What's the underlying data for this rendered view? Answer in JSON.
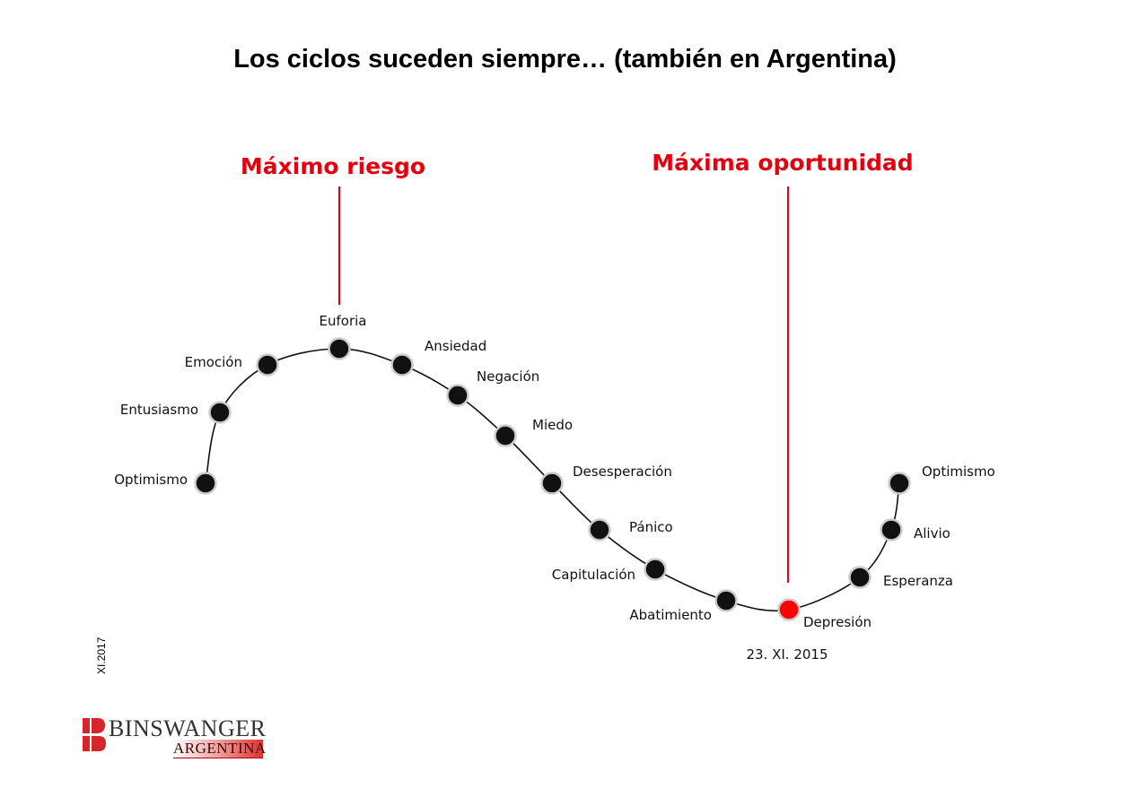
{
  "title": "Los ciclos suceden siempre… (también en Argentina)",
  "callouts": {
    "risk": "Máximo riesgo",
    "opportunity": "Máxima oportunidad"
  },
  "stages": [
    {
      "label": "Optimismo",
      "highlight": false
    },
    {
      "label": "Entusiasmo",
      "highlight": false
    },
    {
      "label": "Emoción",
      "highlight": false
    },
    {
      "label": "Euforia",
      "highlight": false
    },
    {
      "label": "Ansiedad",
      "highlight": false
    },
    {
      "label": "Negación",
      "highlight": false
    },
    {
      "label": "Miedo",
      "highlight": false
    },
    {
      "label": "Desesperación",
      "highlight": false
    },
    {
      "label": "Pánico",
      "highlight": false
    },
    {
      "label": "Capitulación",
      "highlight": false
    },
    {
      "label": "Abatimiento",
      "highlight": false
    },
    {
      "label": "Depresión",
      "highlight": true
    },
    {
      "label": "Esperanza",
      "highlight": false
    },
    {
      "label": "Alivio",
      "highlight": false
    },
    {
      "label": "Optimismo",
      "highlight": false
    }
  ],
  "current_date": "23. XI. 2015",
  "side_date": "XI.2017",
  "logo": {
    "name": "BINSWANGER",
    "sub": "ARGENTINA"
  },
  "colors": {
    "accent": "#e3000f",
    "node": "#111111",
    "node_ring": "#cccccc",
    "curve": "#111111",
    "highlight_node": "#ff0000"
  }
}
